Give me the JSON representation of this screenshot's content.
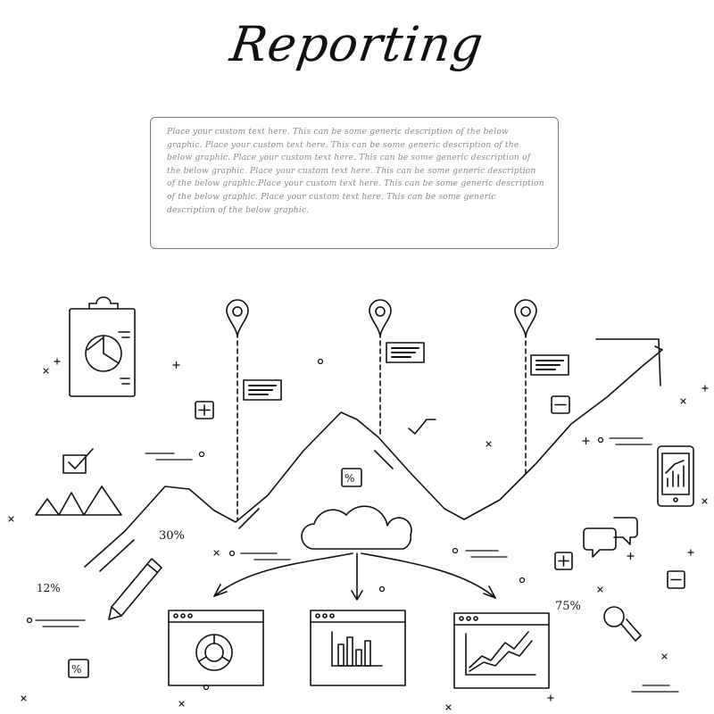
{
  "title": "Reporting",
  "description": "Place your custom text here. This can be some generic description of the below graphic. Place your custom text here. This can be some generic description of the below graphic. Place your custom text here. This can be some generic description of the below graphic. Place your custom text here. This can be some generic description of the below graphic.Place your custom text here. This can be some generic description of the below graphic. Place your custom text here. This can be some generic description of the below graphic.",
  "percent_labels": {
    "p30": "30%",
    "p12": "12%",
    "p75": "75%",
    "percent_symbol": "%"
  },
  "icons": [
    "clipboard-pie-icon",
    "location-pin-icon",
    "note-card-icon",
    "plus-box-icon",
    "minus-box-icon",
    "checkbox-icon",
    "mountains-icon",
    "pencil-icon",
    "cloud-icon",
    "browser-window-icon",
    "donut-chart-icon",
    "bar-chart-icon",
    "line-chart-icon",
    "tablet-chart-icon",
    "chat-bubbles-icon",
    "magnifier-icon",
    "trend-arrow-icon"
  ],
  "colors": {
    "ink": "#111111",
    "muted_text": "#888888",
    "frame": "#777777"
  }
}
